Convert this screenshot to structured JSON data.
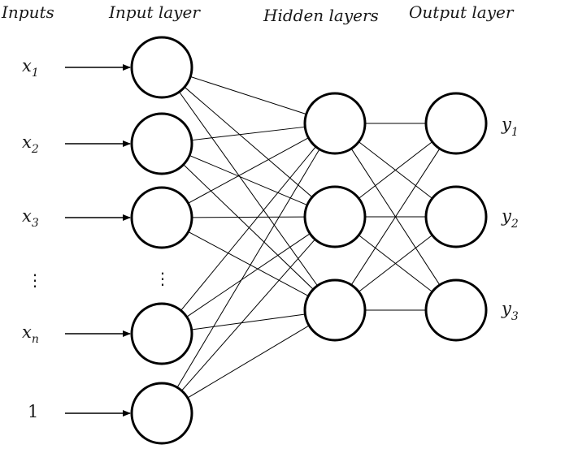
{
  "headers": {
    "inputs": "Inputs",
    "input_layer": "Input layer",
    "hidden_layers": "Hidden layers",
    "output_layer": "Output layer"
  },
  "inputs": [
    {
      "base": "x",
      "sub": "1"
    },
    {
      "base": "x",
      "sub": "2"
    },
    {
      "base": "x",
      "sub": "3"
    },
    {
      "base": "x",
      "sub": "n"
    },
    {
      "base": "1",
      "sub": ""
    }
  ],
  "ellipsis": "⋮",
  "outputs": [
    {
      "base": "y",
      "sub": "1"
    },
    {
      "base": "y",
      "sub": "2"
    },
    {
      "base": "y",
      "sub": "3"
    }
  ],
  "colors": {
    "stroke": "#000000",
    "background": "#ffffff"
  }
}
